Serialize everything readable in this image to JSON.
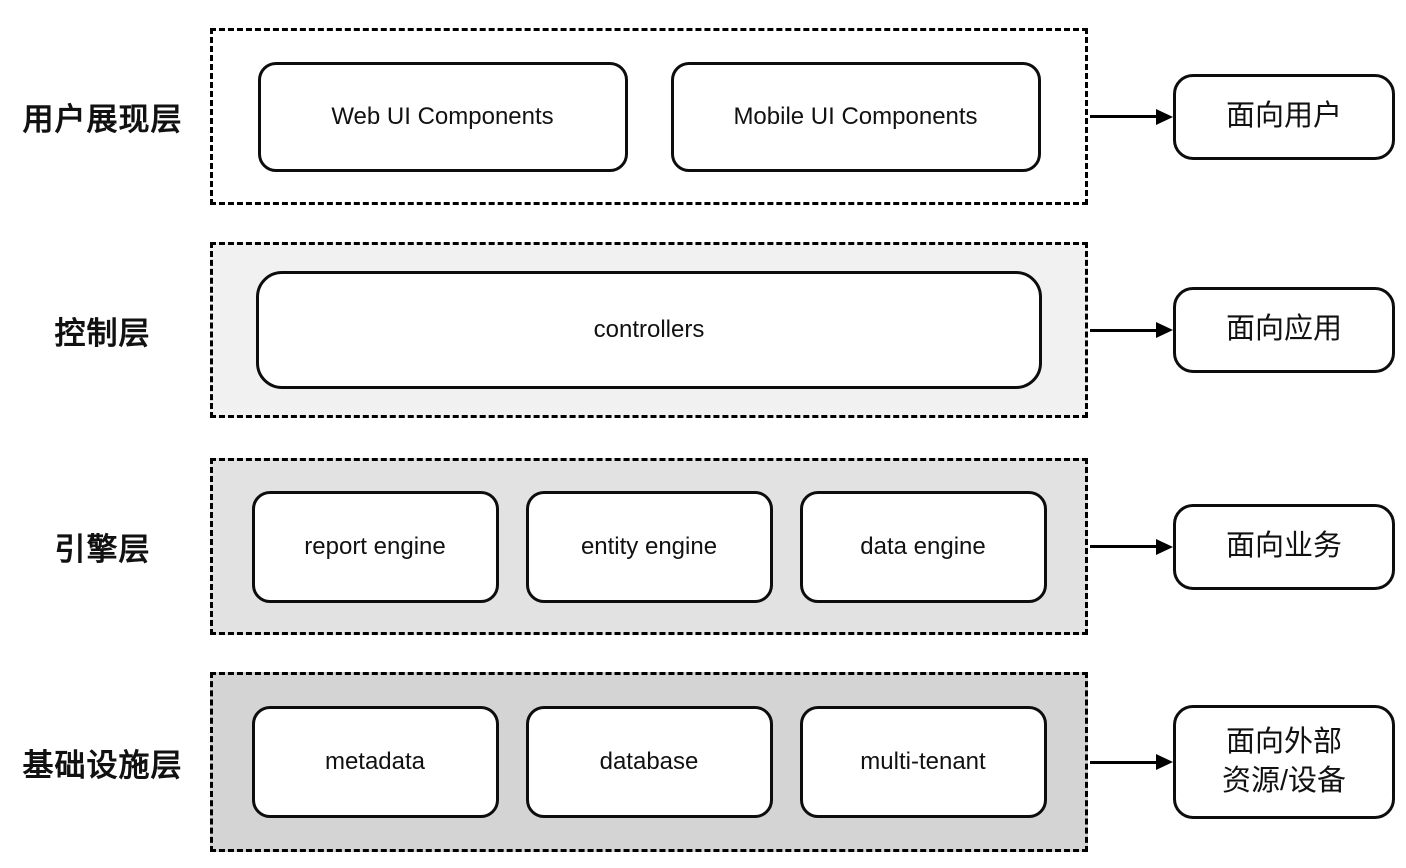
{
  "diagram": {
    "title": "layered-architecture",
    "colors": {
      "border": "#0d0d0d",
      "arrow": "#000000",
      "layer1_bg": "#ffffff",
      "layer2_bg": "#f1f1f1",
      "layer3_bg": "#e2e2e2",
      "layer4_bg": "#d4d4d4"
    },
    "layers": [
      {
        "label": "用户展现层",
        "bg": "#ffffff",
        "components": [
          "Web UI Components",
          "Mobile UI Components"
        ],
        "target": "面向用户"
      },
      {
        "label": "控制层",
        "bg": "#f1f1f1",
        "components": [
          "controllers"
        ],
        "target": "面向应用"
      },
      {
        "label": "引擎层",
        "bg": "#e2e2e2",
        "components": [
          "report engine",
          "entity engine",
          "data engine"
        ],
        "target": "面向业务"
      },
      {
        "label": "基础设施层",
        "bg": "#d4d4d4",
        "components": [
          "metadata",
          "database",
          "multi-tenant"
        ],
        "target": "面向外部\n资源/设备"
      }
    ]
  }
}
